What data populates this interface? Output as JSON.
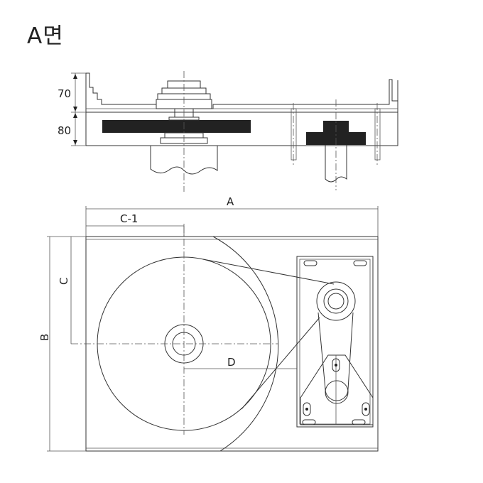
{
  "title": "A면",
  "labels": {
    "dim_70": "70",
    "dim_80": "80",
    "dim_a": "A",
    "dim_b": "B",
    "dim_c": "C",
    "dim_c1": "C-1",
    "dim_d": "D"
  },
  "colors": {
    "line": "#333333",
    "solid_fill": "#222222",
    "background": "#ffffff"
  }
}
